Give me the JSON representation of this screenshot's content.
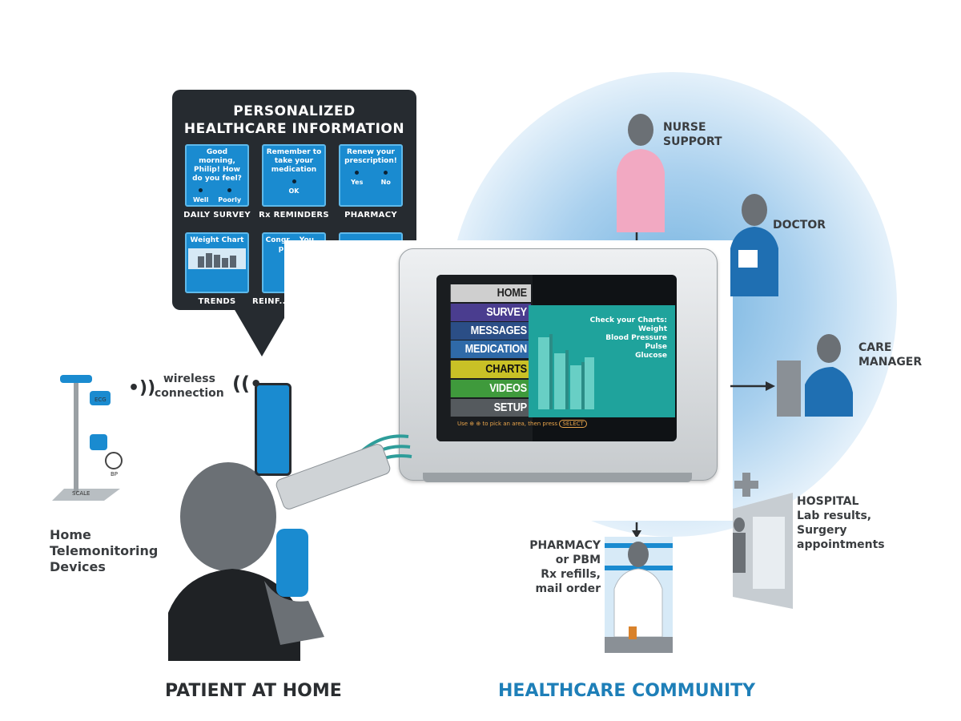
{
  "info_panel": {
    "title_line1": "PERSONALIZED",
    "title_line2": "HEALTHCARE INFORMATION",
    "tiles": [
      {
        "text": "Good morning, Philip! How do you feel?",
        "options": [
          "Well",
          "Poorly"
        ],
        "caption": "DAILY SURVEY"
      },
      {
        "text": "Remember to take your medication",
        "options": [
          "OK"
        ],
        "caption": "Rx REMINDERS"
      },
      {
        "text": "Renew your prescription!",
        "options": [
          "Yes",
          "No"
        ],
        "caption": "PHARMACY"
      },
      {
        "text": "Weight Chart",
        "caption": "TRENDS"
      },
      {
        "text": "Congr... You... p... is...",
        "caption": "REINF..."
      }
    ]
  },
  "tv": {
    "menu": [
      "HOME",
      "SURVEY",
      "MESSAGES",
      "MEDICATION",
      "CHARTS",
      "VIDEOS",
      "SETUP"
    ],
    "menu_colors": [
      "#cfcfcf",
      "#4a3d8f",
      "#2b4e86",
      "#2f6aa8",
      "#c9c126",
      "#3f9a3c",
      "#555a5e"
    ],
    "charts_heading": "Check your Charts:",
    "charts_items": [
      "Weight",
      "Blood Pressure",
      "Pulse",
      "Glucose"
    ],
    "footer_text": "Use ⊕ ⊕ to pick an area, then press",
    "footer_button": "SELECT"
  },
  "home_devices": {
    "wireless_line1": "wireless",
    "wireless_line2": "connection",
    "device_labels": [
      "ECG",
      "BP",
      "SCALE"
    ],
    "label_line1": "Home",
    "label_line2": "Telemonitoring",
    "label_line3": "Devices"
  },
  "community": {
    "nurse_line1": "NURSE",
    "nurse_line2": "SUPPORT",
    "doctor": "DOCTOR",
    "care_line1": "CARE",
    "care_line2": "MANAGER",
    "hospital_title": "HOSPITAL",
    "hospital_sub1": "Lab results,",
    "hospital_sub2": "Surgery",
    "hospital_sub3": "appointments",
    "pharmacy_line1": "PHARMACY",
    "pharmacy_line2": "or PBM",
    "pharmacy_line3": "Rx refills,",
    "pharmacy_line4": "mail order"
  },
  "captions": {
    "patient": "PATIENT AT HOME",
    "community": "HEALTHCARE COMMUNITY"
  },
  "colors": {
    "community_blue": "#1e7fb8",
    "panel_bg": "#262b30",
    "tile_blue": "#1a8bd0",
    "nurse_pink": "#f2a9c2",
    "doctor_blue": "#1f6fb2",
    "teal": "#1fa39c"
  }
}
